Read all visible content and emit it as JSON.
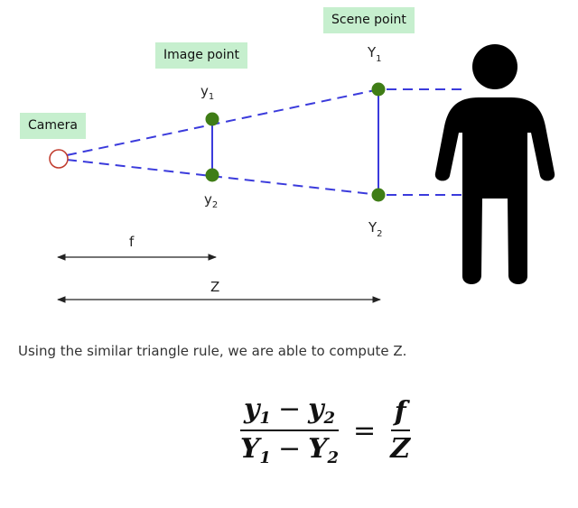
{
  "labels": {
    "camera": "Camera",
    "image_point": "Image point",
    "scene_point": "Scene point",
    "y1_base": "y",
    "y1_sub": "1",
    "y2_base": "y",
    "y2_sub": "2",
    "Y1_base": "Y",
    "Y1_sub": "1",
    "Y2_base": "Y",
    "Y2_sub": "2",
    "f": "f",
    "Z": "Z"
  },
  "caption": "Using the similar triangle rule, we are able to compute Z.",
  "formula": {
    "num_a": "y",
    "num_a_sub": "1",
    "num_op": "−",
    "num_b": "y",
    "num_b_sub": "2",
    "den_a": "Y",
    "den_a_sub": "1",
    "den_op": "−",
    "den_b": "Y",
    "den_b_sub": "2",
    "equals": "=",
    "rhs_num": "f",
    "rhs_den": "Z"
  },
  "colors": {
    "tag_bg": "#c6efce",
    "ray": "#3b3bdc",
    "point": "#3f7d16",
    "camera": "#c0392b",
    "person": "#000000"
  },
  "icons": {
    "person": "person-silhouette-icon",
    "camera": "camera-circle-icon"
  }
}
